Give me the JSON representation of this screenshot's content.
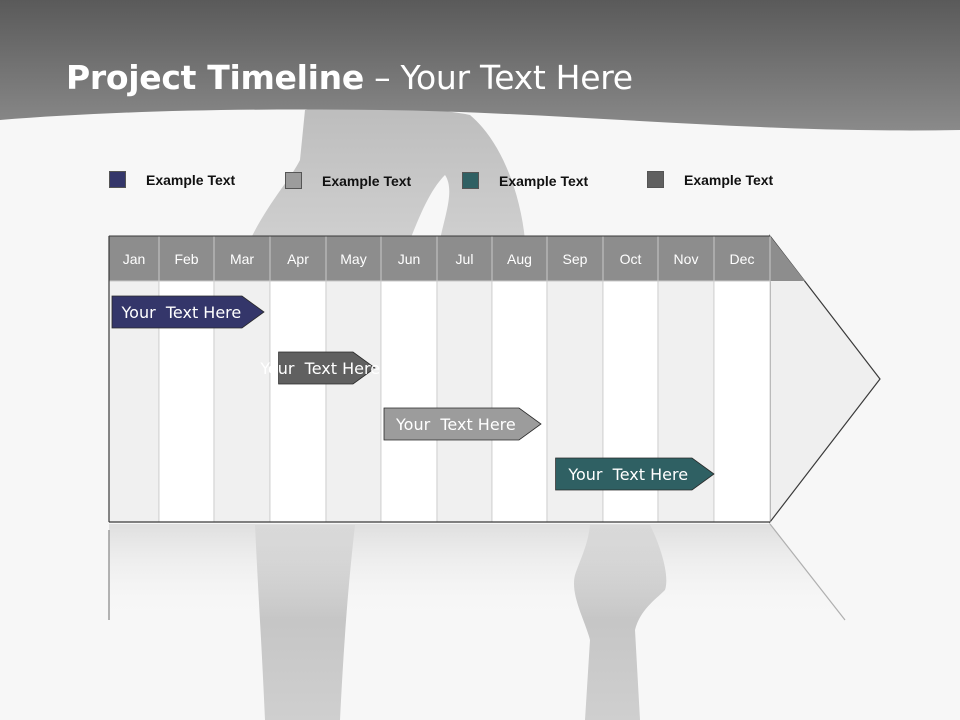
{
  "title": {
    "bold": "Project Timeline",
    "rest": " – Your Text Here"
  },
  "legend": [
    {
      "label": "Example Text",
      "color": "#34366a"
    },
    {
      "label": "Example Text",
      "color": "#9c9c9c"
    },
    {
      "label": "Example Text",
      "color": "#2f6063"
    },
    {
      "label": "Example Text",
      "color": "#606060"
    }
  ],
  "months": [
    "Jan",
    "Feb",
    "Mar",
    "Apr",
    "May",
    "Jun",
    "Jul",
    "Aug",
    "Sep",
    "Oct",
    "Nov",
    "Dec"
  ],
  "tasks": [
    {
      "label": "Your  Text Here",
      "start_month": 1,
      "end_month": 4.0,
      "color": "#34366a"
    },
    {
      "label": "Your  Text Here",
      "start_month": 4.1,
      "end_month": 6.0,
      "color": "#606060"
    },
    {
      "label": "Your  Text Here",
      "start_month": 6.0,
      "end_month": 9.0,
      "color": "#9c9c9c"
    },
    {
      "label": "Your  Text Here",
      "start_month": 9.1,
      "end_month": 12.0,
      "color": "#2f6063"
    }
  ],
  "colors": {
    "header_band": "#6e6e6e",
    "month_header": "#8d8d8d",
    "column_dark": "#f0f0f0",
    "column_light": "#ffffff"
  }
}
